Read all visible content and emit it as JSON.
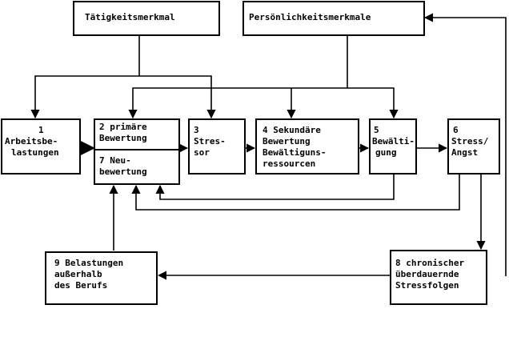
{
  "colors": {
    "line": "#000000",
    "box_fill": "#ffffff",
    "text": "#000000"
  },
  "nodes": {
    "taetigkeit": {
      "lines": [
        "Tätigkeitsmerkmal"
      ]
    },
    "persoenlichkeit": {
      "lines": [
        "Persönlichkeitsmerkmale"
      ]
    },
    "n1": {
      "lines": [
        "1",
        "Arbeitsbe-",
        "lastungen"
      ]
    },
    "n2": {
      "lines": [
        "2 primäre",
        "Bewertung"
      ]
    },
    "n7": {
      "lines": [
        "7 Neu-",
        "bewertung"
      ]
    },
    "n3": {
      "lines": [
        "3",
        "Stres-",
        "sor"
      ]
    },
    "n4": {
      "lines": [
        "4 Sekundäre",
        "Bewertung",
        "Bewältiguns-",
        "ressourcen"
      ]
    },
    "n5": {
      "lines": [
        "5",
        "Bewälti-",
        "gung"
      ]
    },
    "n6": {
      "lines": [
        "6",
        "Stress/",
        "Angst"
      ]
    },
    "n8": {
      "lines": [
        "8 chronischer",
        "überdauernde",
        "Stressfolgen"
      ]
    },
    "n9": {
      "lines": [
        "9 Belastungen",
        "außerhalb",
        "des Berufs"
      ]
    }
  }
}
